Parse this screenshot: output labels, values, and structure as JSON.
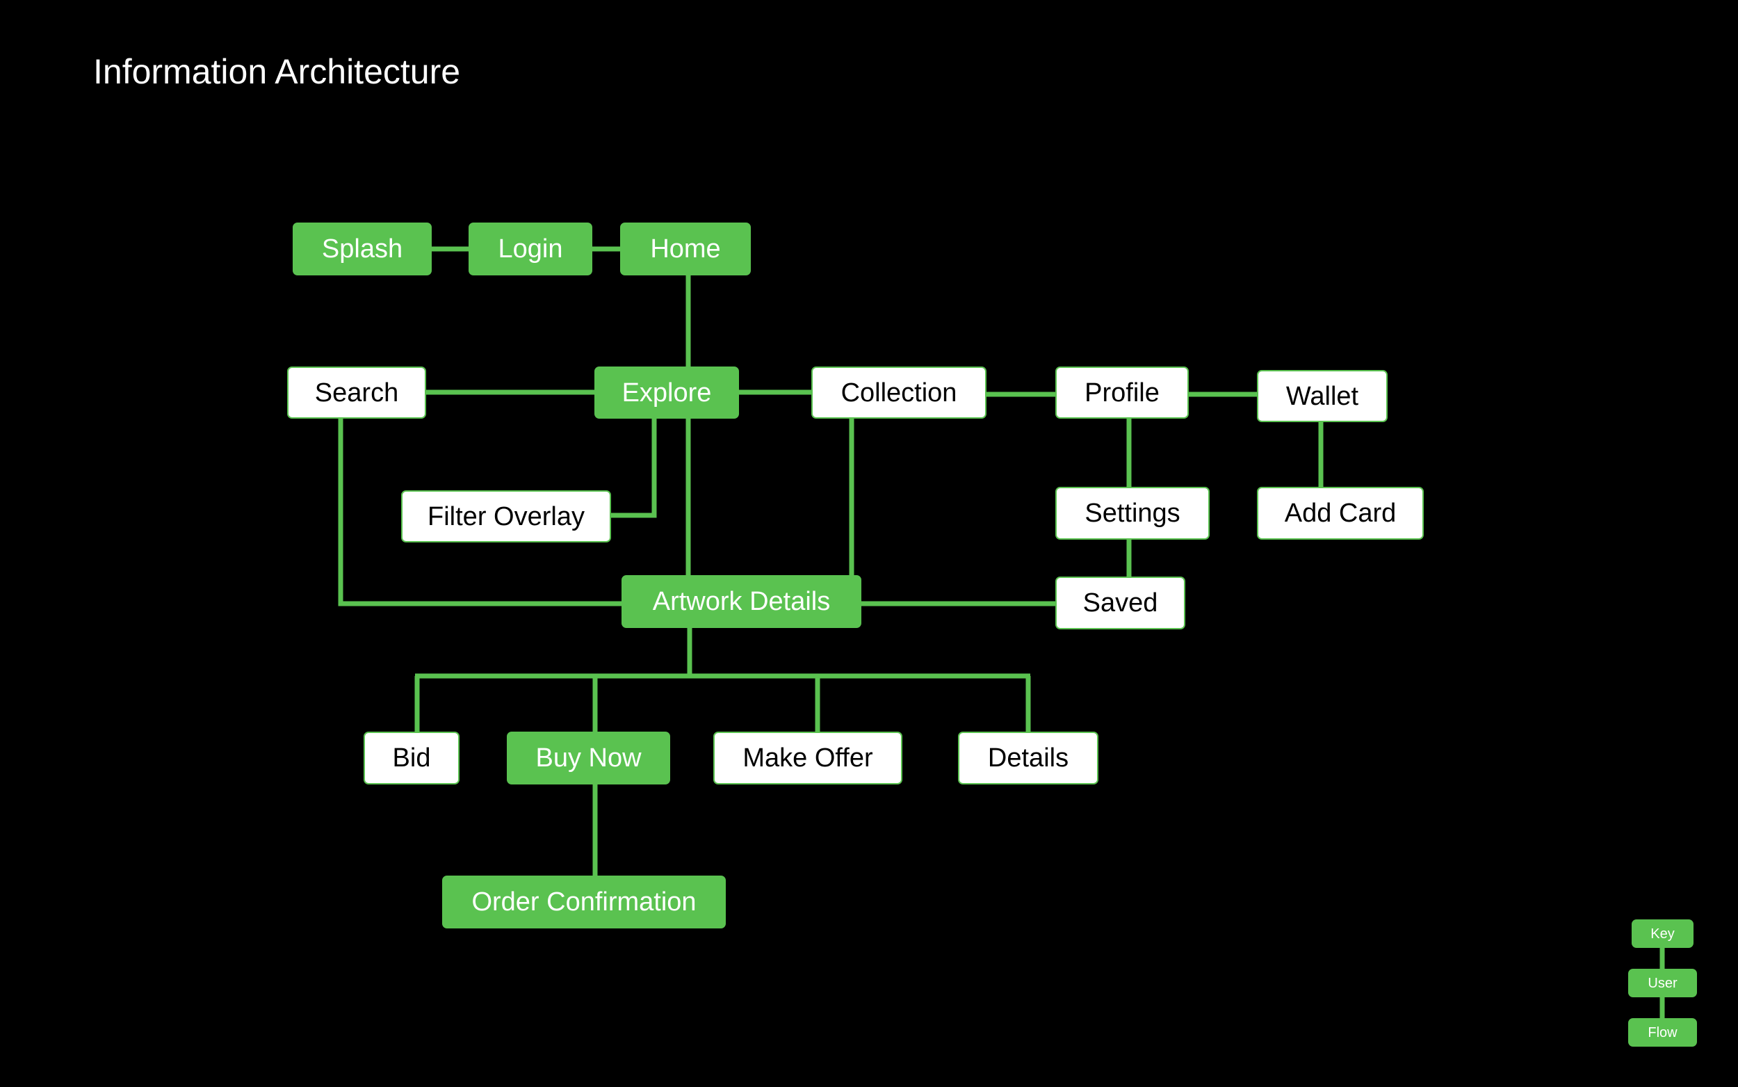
{
  "title": "Information Architecture",
  "colors": {
    "background": "#000000",
    "accent": "#5ac250",
    "node_fill": "#ffffff",
    "node_text": "#000000",
    "key_text": "#ffffff"
  },
  "nodes": {
    "splash": "Splash",
    "login": "Login",
    "home": "Home",
    "search": "Search",
    "explore": "Explore",
    "collection": "Collection",
    "profile": "Profile",
    "wallet": "Wallet",
    "filter_overlay": "Filter Overlay",
    "settings": "Settings",
    "add_card": "Add Card",
    "artwork_details": "Artwork Details",
    "saved": "Saved",
    "bid": "Bid",
    "buy_now": "Buy Now",
    "make_offer": "Make Offer",
    "details": "Details",
    "order_confirmation": "Order Confirmation"
  },
  "legend": {
    "key": "Key",
    "user": "User",
    "flow": "Flow"
  }
}
